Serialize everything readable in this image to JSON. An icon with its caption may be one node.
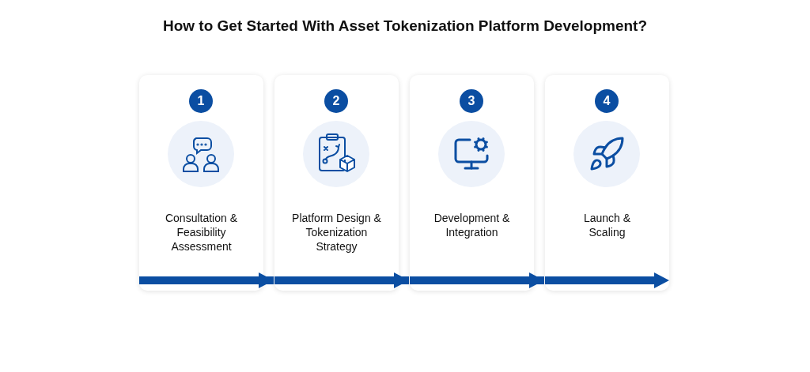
{
  "diagram": {
    "title": "How to Get Started With Asset Tokenization Platform Development?",
    "nodes": [
      {
        "text": [
          "1",
          "Consultation & Feasibility Assessment"
        ]
      },
      {
        "text": [
          "2",
          "Platform Design & Tokenization Strategy"
        ]
      },
      {
        "text": [
          "3",
          "Development & Integration"
        ]
      },
      {
        "text": [
          "4",
          "Launch & Scaling"
        ]
      }
    ],
    "edges": [
      {
        "from": 0,
        "to": 1,
        "arrow": "to"
      },
      {
        "from": 1,
        "to": 2,
        "arrow": "to"
      },
      {
        "from": 2,
        "to": 3,
        "arrow": "to"
      }
    ]
  }
}
